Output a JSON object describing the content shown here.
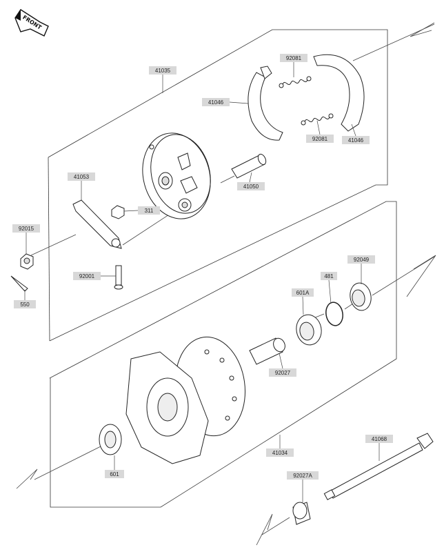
{
  "diagram": {
    "front_label": "FRONT",
    "parts": [
      {
        "id": "p41035",
        "number": "41035"
      },
      {
        "id": "p92081a",
        "number": "92081"
      },
      {
        "id": "p41046a",
        "number": "41046"
      },
      {
        "id": "p92081b",
        "number": "92081"
      },
      {
        "id": "p41046b",
        "number": "41046"
      },
      {
        "id": "p41053",
        "number": "41053"
      },
      {
        "id": "p41050",
        "number": "41050"
      },
      {
        "id": "p311",
        "number": "311"
      },
      {
        "id": "p92015",
        "number": "92015"
      },
      {
        "id": "p92001",
        "number": "92001"
      },
      {
        "id": "p550",
        "number": "550"
      },
      {
        "id": "p481",
        "number": "481"
      },
      {
        "id": "p92049",
        "number": "92049"
      },
      {
        "id": "p601A",
        "number": "601A"
      },
      {
        "id": "p92027",
        "number": "92027"
      },
      {
        "id": "p41034",
        "number": "41034"
      },
      {
        "id": "p41068",
        "number": "41068"
      },
      {
        "id": "p601",
        "number": "601"
      },
      {
        "id": "p92027A",
        "number": "92027A"
      }
    ]
  }
}
